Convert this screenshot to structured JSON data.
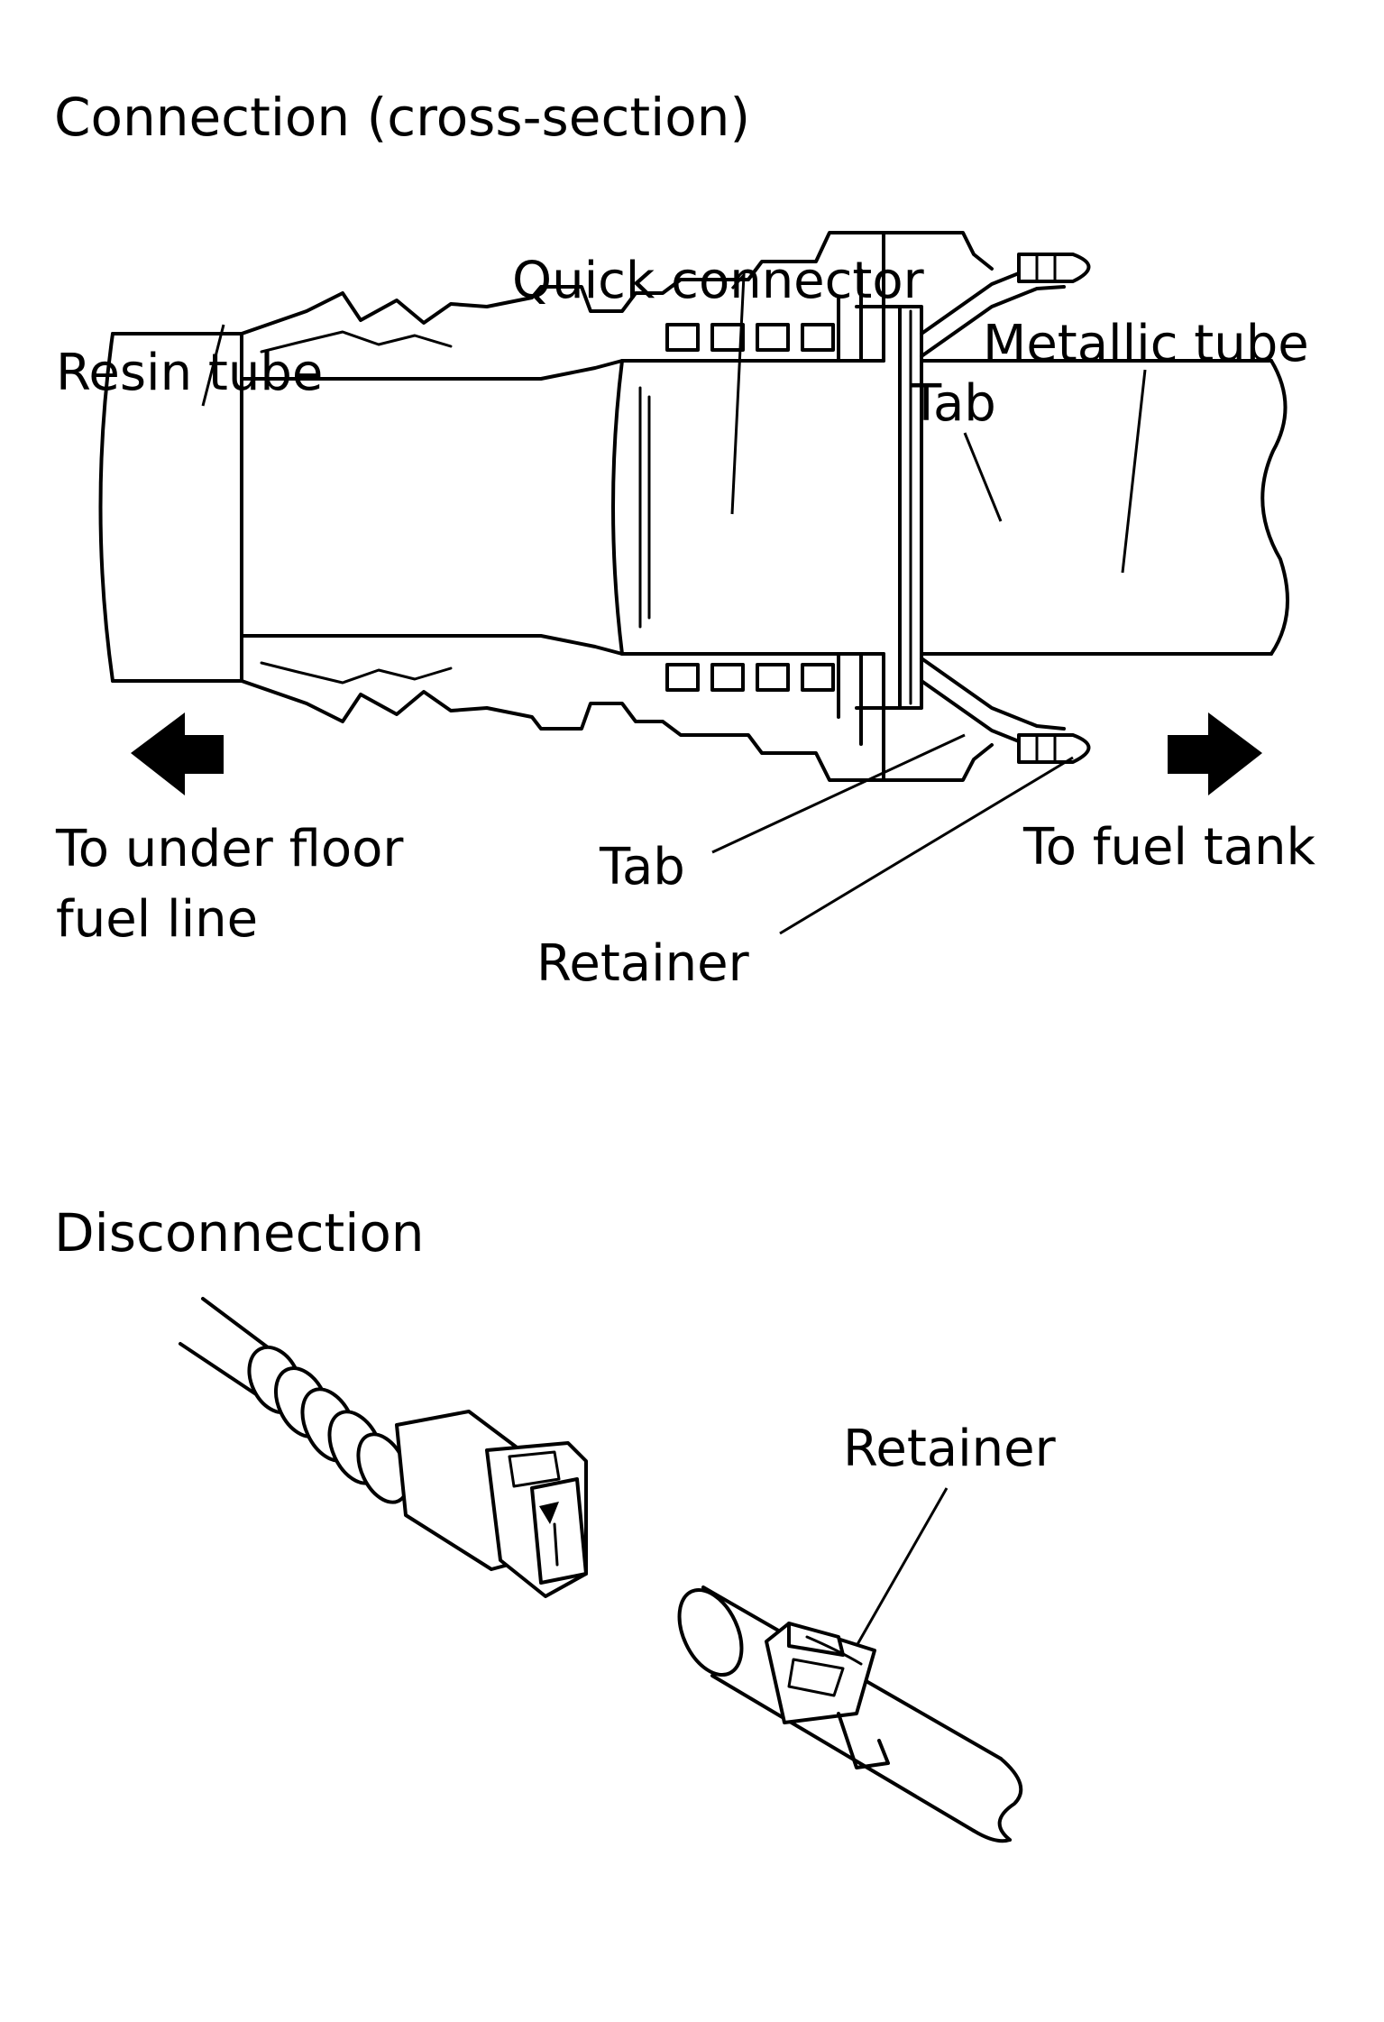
{
  "sections": {
    "connection_title": "Connection (cross-section)",
    "disconnection_title": "Disconnection"
  },
  "labels": {
    "quick_connector": "Quick connector",
    "metallic_tube": "Metallic tube",
    "resin_tube": "Resin tube",
    "tab_upper": "Tab",
    "tab_lower": "Tab",
    "retainer_connection": "Retainer",
    "to_under_floor_line1": "To under floor",
    "to_under_floor_line2": "fuel line",
    "to_fuel_tank": "To fuel tank",
    "retainer_disconnection": "Retainer"
  },
  "icons": {
    "left_arrow": "arrow-left-icon",
    "right_arrow": "arrow-right-icon"
  },
  "colors": {
    "ink": "#000000",
    "paper": "#ffffff"
  }
}
